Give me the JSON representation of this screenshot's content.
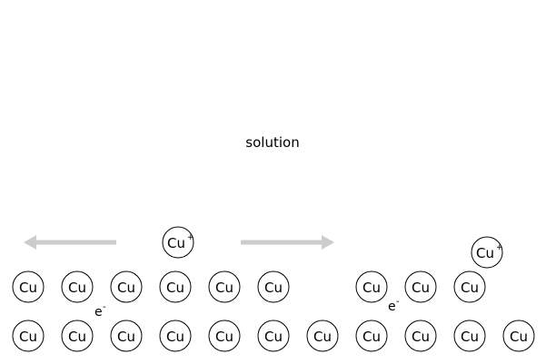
{
  "labels": {
    "solution": "solution"
  },
  "colors": {
    "arrow": "#cccccc",
    "atom_stroke": "#000000",
    "background": "#ffffff"
  },
  "atom_label": "Cu",
  "ion": {
    "base": "Cu",
    "charge": "+"
  },
  "electron": {
    "base": "e",
    "charge": "-"
  },
  "arrows": [
    {
      "direction": "left"
    },
    {
      "direction": "right"
    }
  ]
}
